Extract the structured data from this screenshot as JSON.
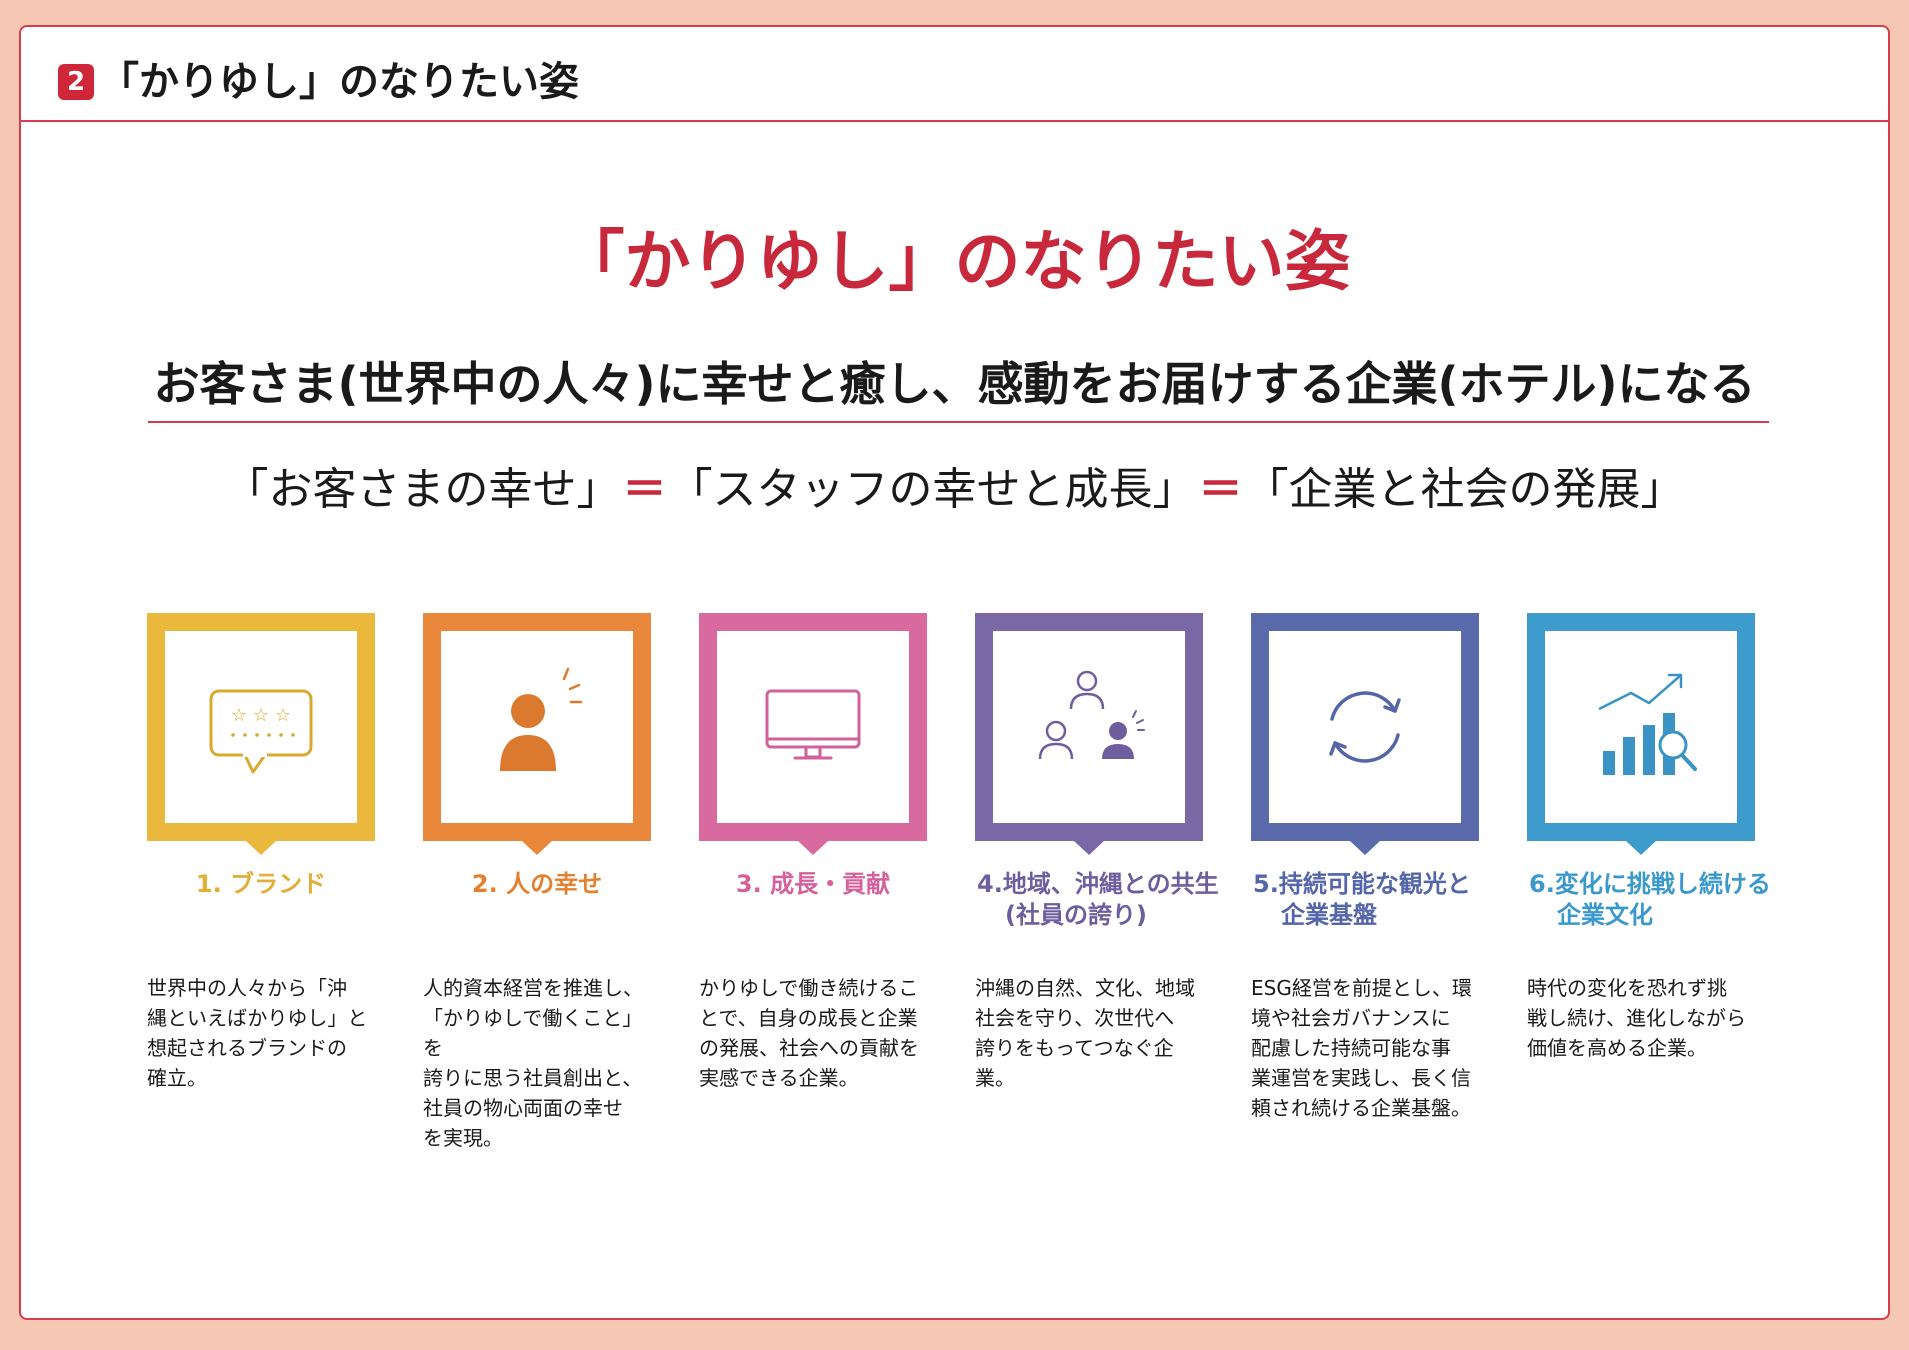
{
  "header": {
    "badge": "2",
    "title": "「かりゆし」のなりたい姿"
  },
  "main": {
    "title": "「かりゆし」のなりたい姿",
    "mission": "お客さま(世界中の人々)に幸せと癒し、感動をお届けする企業(ホテル)になる",
    "equation": {
      "part1": "「お客さまの幸せ」",
      "sign": "＝",
      "part2": "「スタッフの幸せと成長」",
      "part3": "「企業と社会の発展」"
    }
  },
  "pillars": [
    {
      "title": "1. ブランド",
      "description": "世界中の人々から「沖\n縄といえばかりゆし」と\n想起されるブランドの\n確立。",
      "color": "#e9b83c",
      "icon": "chat-stars-icon"
    },
    {
      "title": "2. 人の幸せ",
      "description": "人的資本経営を推進し、\n「かりゆしで働くこと」を\n誇りに思う社員創出と、\n社員の物心両面の幸せ\nを実現。",
      "color": "#e9883a",
      "icon": "person-spark-icon"
    },
    {
      "title": "3. 成長・貢献",
      "description": "かりゆしで働き続けるこ\nとで、自身の成長と企業\nの発展、社会への貢献を\n実感できる企業。",
      "color": "#d96aa0",
      "icon": "monitor-icon"
    },
    {
      "title": "4.地域、沖縄との共生",
      "title2": "(社員の誇り)",
      "description": "沖縄の自然、文化、地域\n社会を守り、次世代へ\n誇りをもってつなぐ企業。",
      "color": "#7a68a6",
      "icon": "community-icon"
    },
    {
      "title": "5.持続可能な観光と",
      "title2": "企業基盤",
      "description": "ESG経営を前提とし、環\n境や社会ガバナンスに\n配慮した持続可能な事\n業運営を実践し、長く信\n頼され続ける企業基盤。",
      "color": "#5a6aab",
      "icon": "refresh-cycle-icon"
    },
    {
      "title": "6.変化に挑戦し続ける",
      "title2": "企業文化",
      "description": "時代の変化を恐れず挑\n戦し続け、進化しながら\n価値を高める企業。",
      "color": "#3e9ccc",
      "icon": "growth-chart-icon"
    }
  ]
}
